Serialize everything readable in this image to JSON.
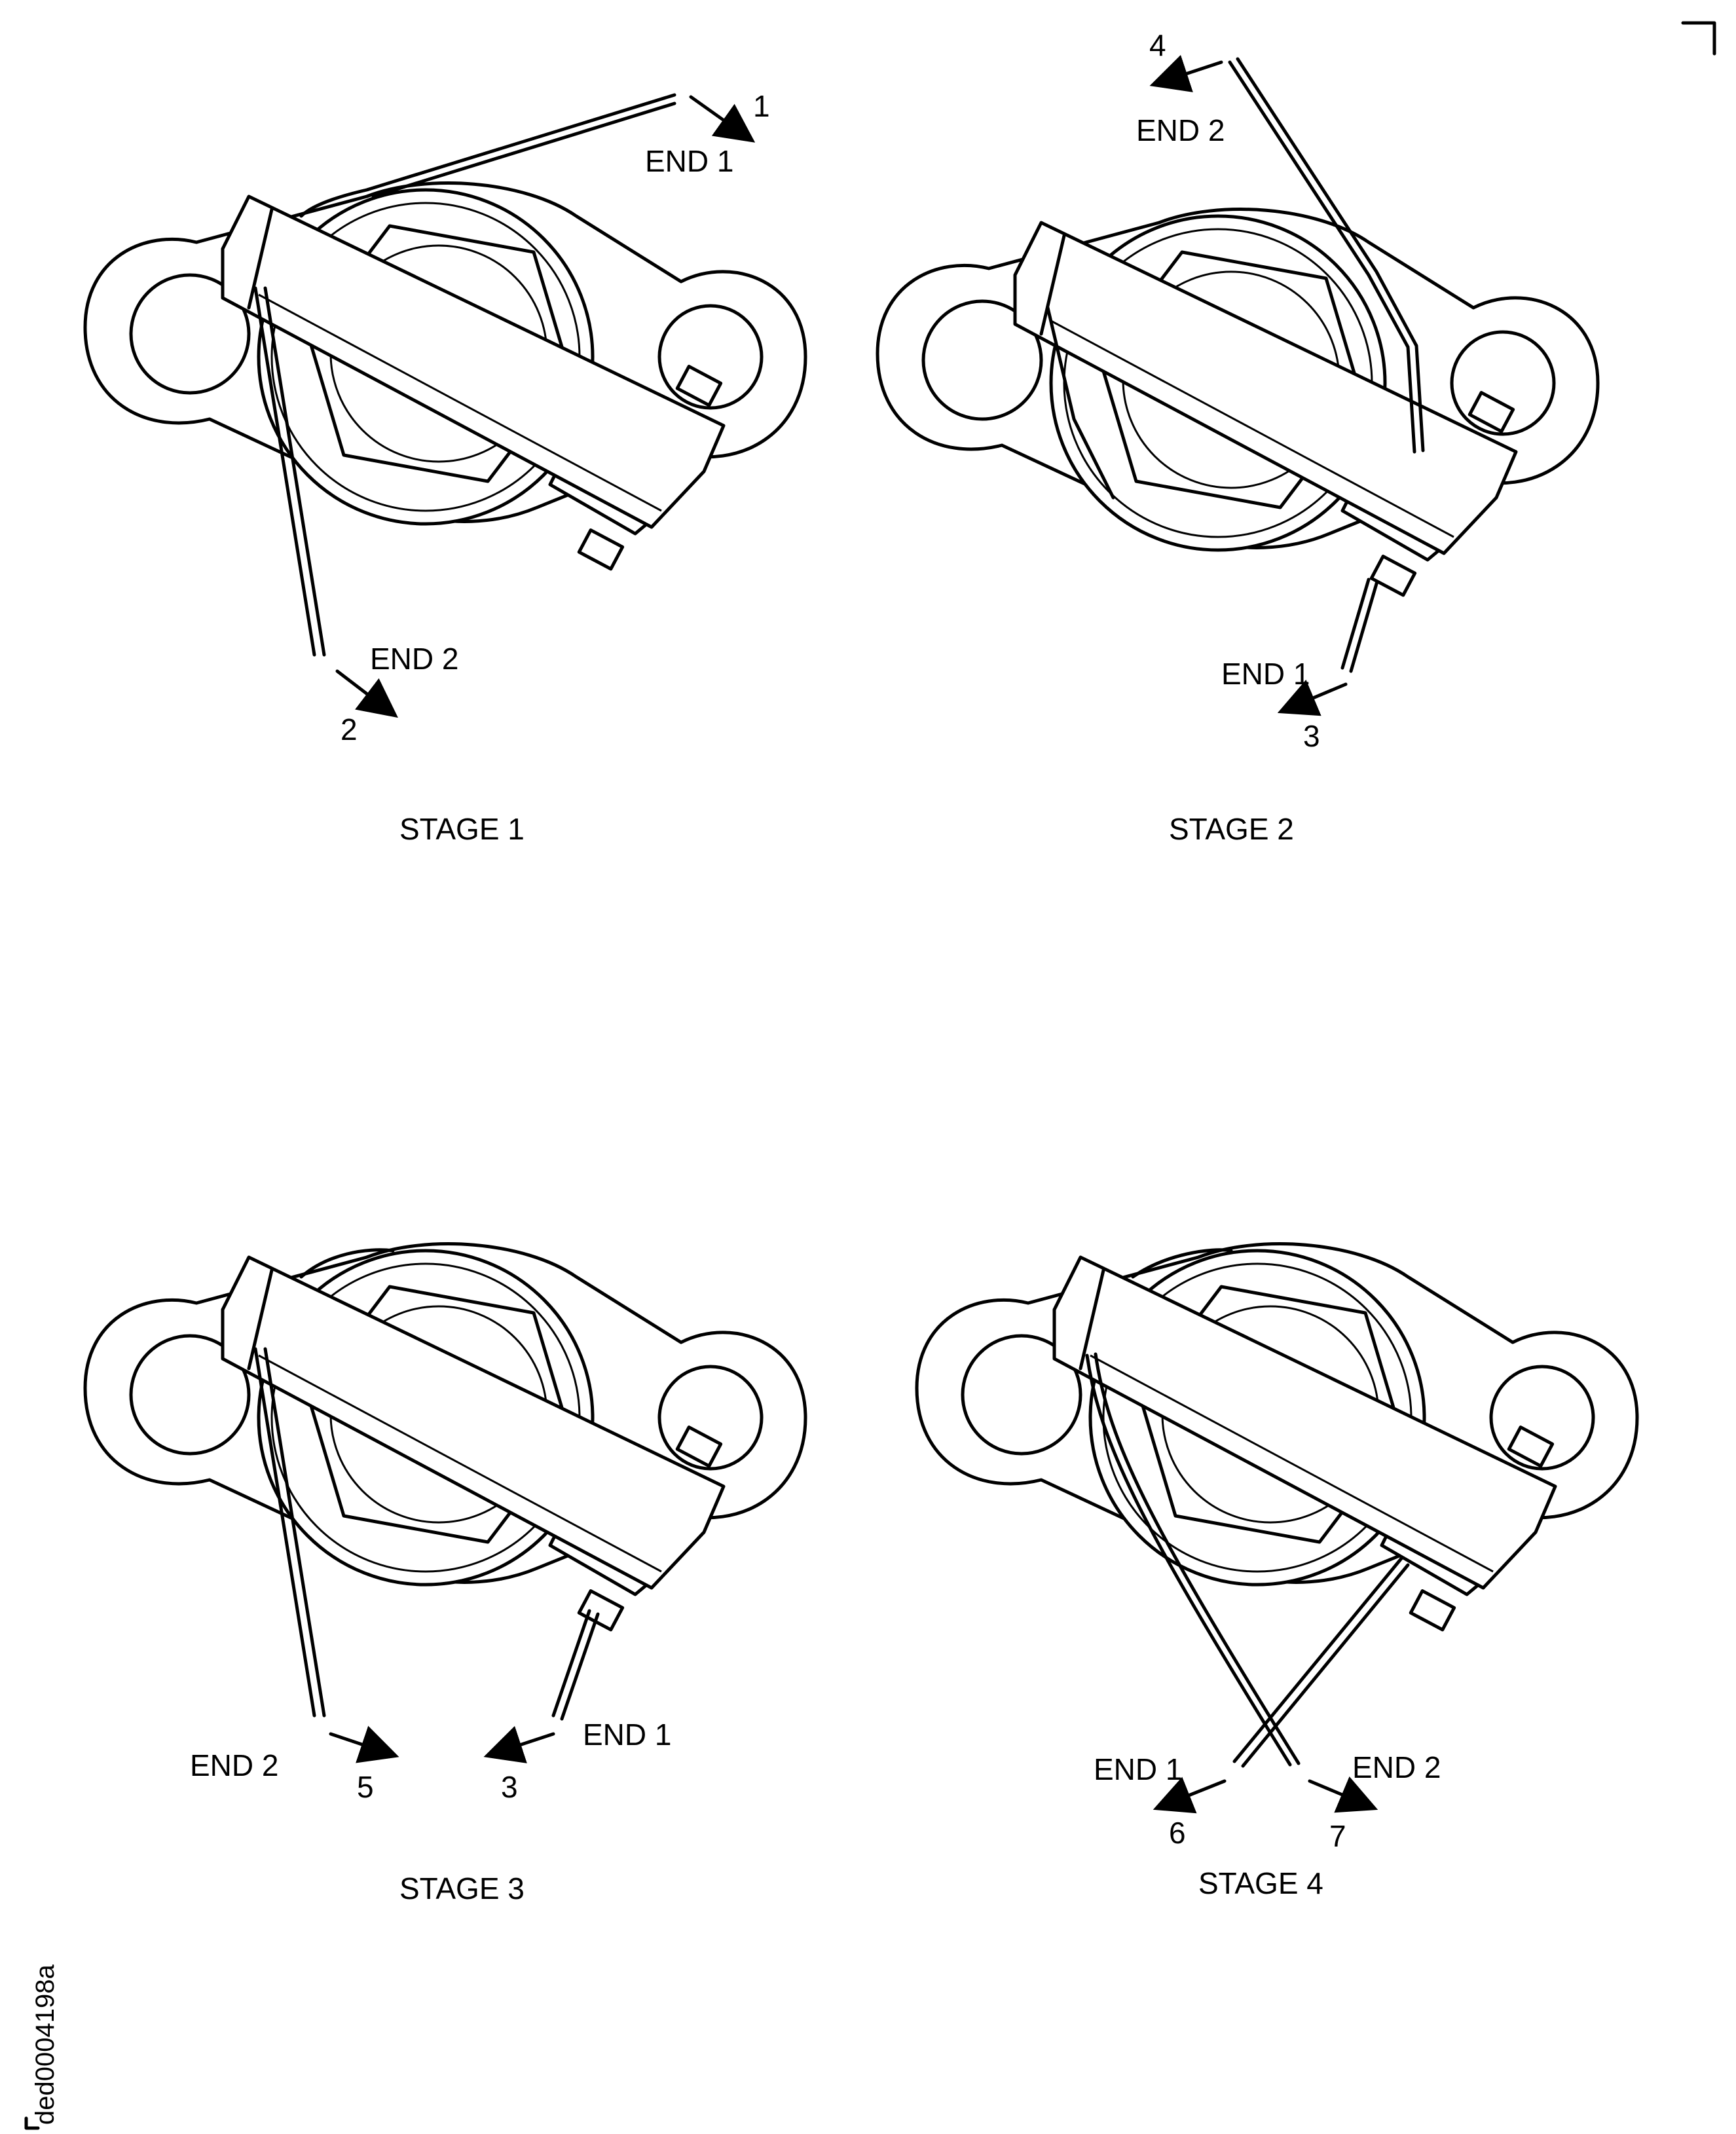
{
  "figure_code": "ded0004198a",
  "stages": [
    {
      "title": "STAGE 1",
      "labels": {
        "end_a": "END 1",
        "end_b": "END 2"
      },
      "step_numbers": {
        "a": "1",
        "b": "2"
      }
    },
    {
      "title": "STAGE 2",
      "labels": {
        "end_a": "END 2",
        "end_b": "END 1"
      },
      "step_numbers": {
        "a": "4",
        "b": "3"
      }
    },
    {
      "title": "STAGE 3",
      "labels": {
        "end_a": "END 2",
        "end_b": "END 1"
      },
      "step_numbers": {
        "a": "5",
        "b": "3"
      }
    },
    {
      "title": "STAGE 4",
      "labels": {
        "end_a": "END 1",
        "end_b": "END 2"
      },
      "step_numbers": {
        "a": "6",
        "b": "7"
      }
    }
  ]
}
